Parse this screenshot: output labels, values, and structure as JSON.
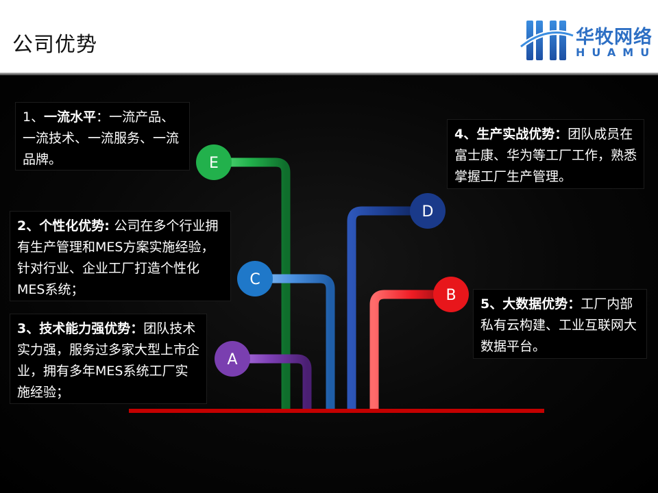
{
  "header": {
    "title": "公司优势",
    "logo": {
      "name": "华牧网络",
      "sub": "HUAMU",
      "color": "#2d6fc4",
      "icon": "huamu-logo-icon"
    }
  },
  "nodes": [
    {
      "letter": "E",
      "color": "#22b14c"
    },
    {
      "letter": "D",
      "color": "#1a3a8a"
    },
    {
      "letter": "C",
      "color": "#1f78c9"
    },
    {
      "letter": "B",
      "color": "#e8161b"
    },
    {
      "letter": "A",
      "color": "#7a3fb0"
    }
  ],
  "boxes": {
    "b1": {
      "head": "一流水平",
      "num": "1、",
      "sep": "：",
      "body": "一流产品、一流技术、一流服务、一流品牌。"
    },
    "b2": {
      "head": "个性化优势",
      "num": "2、",
      "sep": ": ",
      "body": "公司在多个行业拥有生产管理和MES方案实施经验，针对行业、企业工厂打造个性化MES系统；"
    },
    "b3": {
      "head": "技术能力强优势",
      "num": "3、",
      "sep": "：",
      "body": "团队技术实力强，服务过多家大型上市企业，拥有多年MES系统工厂实施经验；"
    },
    "b4": {
      "head": "生产实战优势",
      "num": "4、",
      "sep": "：",
      "body": "团队成员在富士康、华为等工厂工作，熟悉掌握工厂生产管理。"
    },
    "b5": {
      "head": "大数据优势",
      "num": "5、",
      "sep": "：",
      "body": "工厂内部私有云构建、工业互联网大数据平台。"
    }
  },
  "baseline_color": "#c40000"
}
